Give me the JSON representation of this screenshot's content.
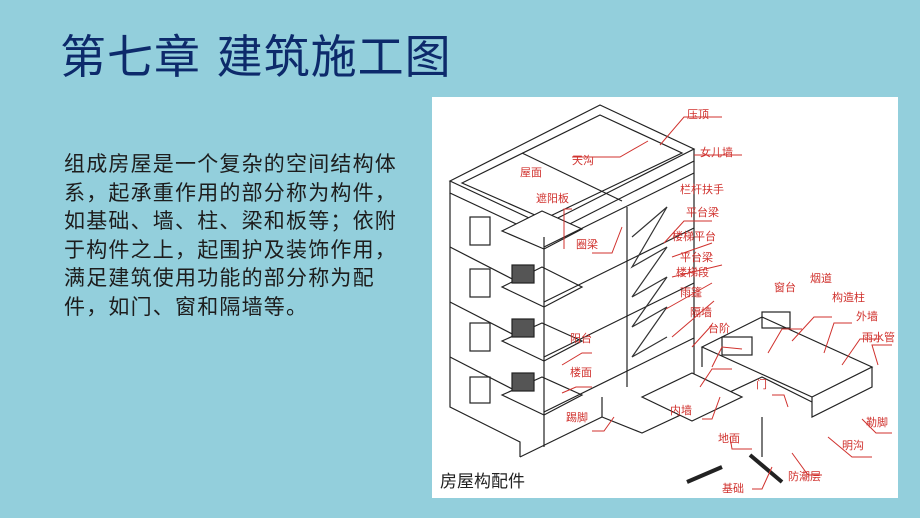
{
  "slide": {
    "title": "第七章 建筑施工图",
    "body": "组成房屋是一个复杂的空间结构体系，起承重作用的部分称为构件，如基础、墙、柱、梁和板等；依附于构件之上，起围护及装饰作用，满足建筑使用功能的部分称为配件，如门、窗和隔墙等。"
  },
  "figure": {
    "caption": "房屋构配件",
    "label_color": "#d0312d",
    "labels": {
      "yading": "压顶",
      "nverqiang": "女儿墙",
      "tiangou": "天沟",
      "wumian": "屋面",
      "zheyangban": "遮阳板",
      "quanliang": "圈梁",
      "langanfushou": "栏杆扶手",
      "pingtailiang1": "平台梁",
      "loutipingtai": "楼梯平台",
      "pingtailiang2": "平台梁",
      "loutiduan": "楼梯段",
      "yupeng": "雨篷",
      "geqiang": "隔墙",
      "taijie": "台阶",
      "chuangtai": "窗台",
      "yandao": "烟道",
      "gouzaozhu": "构造柱",
      "waiqiang": "外墙",
      "yushuiguan": "雨水管",
      "yangtai": "阳台",
      "loumian": "楼面",
      "tijiao": "踢脚",
      "neiqiang": "内墙",
      "men": "门",
      "lejiao": "勒脚",
      "minggou": "明沟",
      "dimian": "地面",
      "fangchaoceng": "防潮层",
      "jichu": "基础"
    }
  }
}
